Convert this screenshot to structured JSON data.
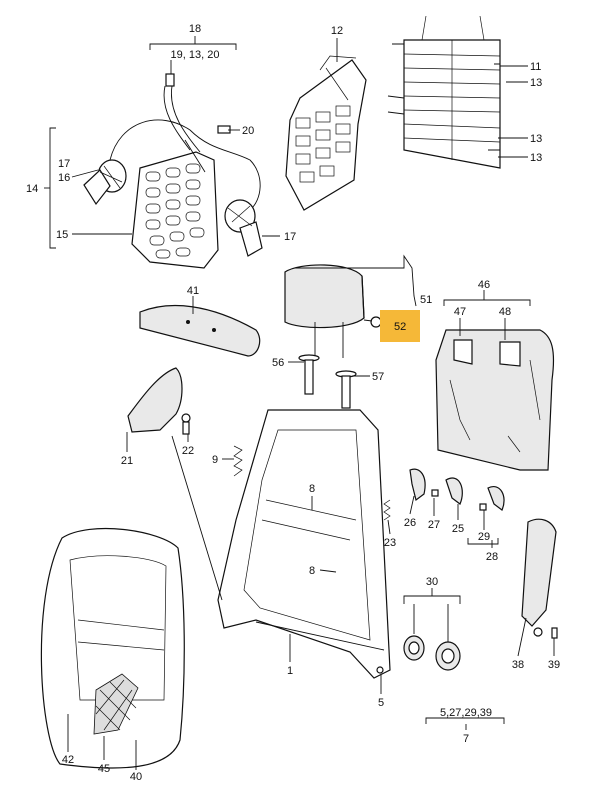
{
  "diagram": {
    "labels": {
      "l18": "18",
      "l19_13_20": "19, 13, 20",
      "l12": "12",
      "l11": "11",
      "l13a": "13",
      "l13b": "13",
      "l13c": "13",
      "l20": "20",
      "l17a": "17",
      "l16": "16",
      "l14": "14",
      "l15": "15",
      "l17b": "17",
      "l41": "41",
      "l51": "51",
      "l52": "52",
      "l46": "46",
      "l47": "47",
      "l48": "48",
      "l56": "56",
      "l57": "57",
      "l22": "22",
      "l21": "21",
      "l9": "9",
      "l8a": "8",
      "l8b": "8",
      "l26": "26",
      "l27": "27",
      "l25": "25",
      "l29": "29",
      "l28": "28",
      "l23": "23",
      "l30": "30",
      "l1": "1",
      "l5": "5",
      "l38": "38",
      "l39": "39",
      "l7group": "5,27,29,39",
      "l7": "7",
      "l42": "42",
      "l45": "45",
      "l40": "40"
    },
    "highlight_color": "#f5b838"
  }
}
